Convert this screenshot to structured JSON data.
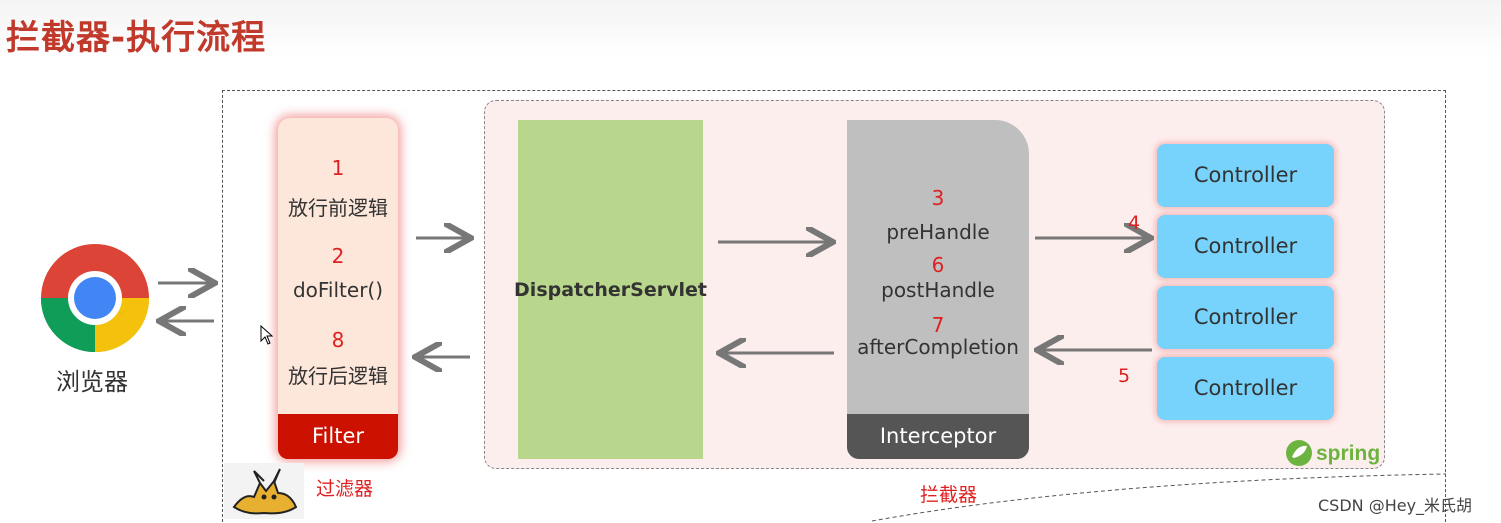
{
  "title": "拦截器-执行流程",
  "browser": {
    "label": "浏览器",
    "icon": "chrome-icon"
  },
  "filter": {
    "steps": [
      {
        "num": "1",
        "text": "放行前逻辑"
      },
      {
        "num": "2",
        "text": "doFilter()"
      },
      {
        "num": "8",
        "text": "放行后逻辑"
      }
    ],
    "footer": "Filter",
    "caption": "过滤器"
  },
  "dispatcher": {
    "label": "DispatcherServlet"
  },
  "interceptor": {
    "steps": [
      {
        "num": "3",
        "text": "preHandle"
      },
      {
        "num": "6",
        "text": "postHandle"
      },
      {
        "num": "7",
        "text": "afterCompletion"
      }
    ],
    "footer": "Interceptor",
    "caption": "拦截器"
  },
  "controllers": [
    "Controller",
    "Controller",
    "Controller",
    "Controller"
  ],
  "arrow_labels": {
    "to_controller": "4",
    "from_controller": "5"
  },
  "spring_logo": "spring",
  "watermark": "CSDN @Hey_米氏胡",
  "colors": {
    "title": "#c0392b",
    "filter_bg": "#fde6da",
    "filter_footer": "#cc1100",
    "dispatcher_bg": "#b9d78c",
    "interceptor_bg": "#bfbfbf",
    "interceptor_footer": "#555555",
    "controller_bg": "#77d3fb",
    "spring_area_bg": "#fdeeee",
    "step_number": "#e02020"
  }
}
